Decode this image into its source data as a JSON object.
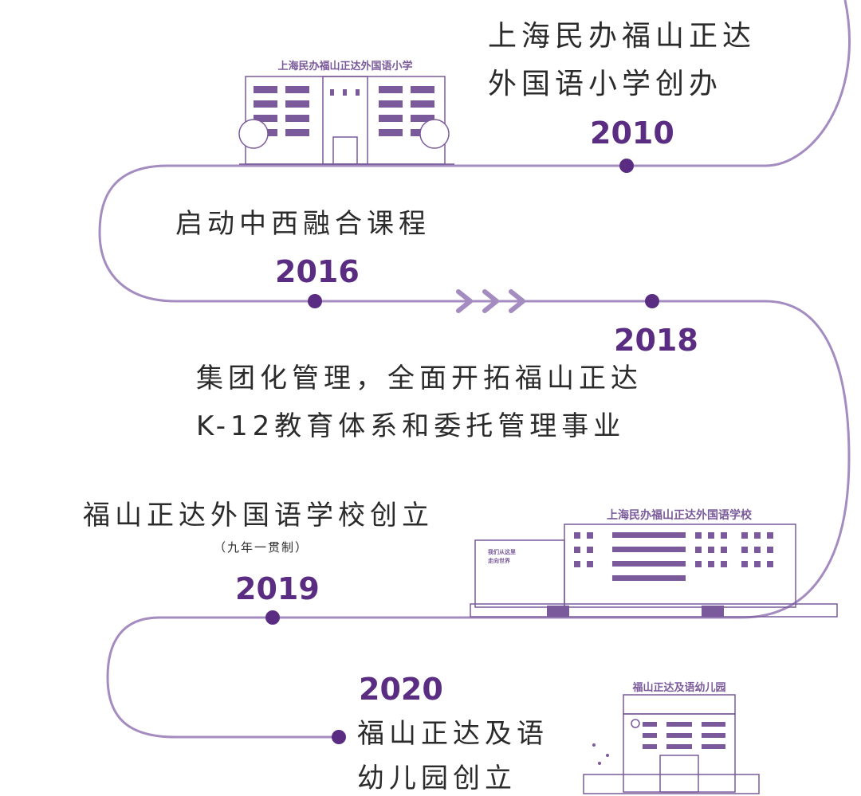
{
  "colors": {
    "path": "#a48cc0",
    "dot": "#5a2d82",
    "text": "#2b2b2b",
    "year": "#5a2d82",
    "building": "#7a5a9a"
  },
  "milestones": [
    {
      "year": "2010",
      "lines": [
        "上海民办福山正达",
        "外国语小学创办"
      ]
    },
    {
      "year": "2016",
      "lines": [
        "启动中西融合课程"
      ]
    },
    {
      "year": "2018",
      "lines": [
        "集团化管理，全面开拓福山正达",
        "K-12教育体系和委托管理事业"
      ]
    },
    {
      "year": "2019",
      "lines": [
        "福山正达外国语学校创立"
      ],
      "note": "（九年一贯制）"
    },
    {
      "year": "2020",
      "lines": [
        "福山正达及语",
        "幼儿园创立"
      ]
    }
  ],
  "buildings": {
    "primary": {
      "sign": "上海民办福山正达外国语小学"
    },
    "school": {
      "sign": "上海民办福山正达外国语学校",
      "motto": [
        "我们从这里",
        "走向世界"
      ]
    },
    "kindergarten": {
      "sign": "福山正达及语幼儿园"
    }
  },
  "decor": {
    "arrows": [
      "arrow-right-icon",
      "arrow-right-icon",
      "arrow-right-icon"
    ]
  }
}
